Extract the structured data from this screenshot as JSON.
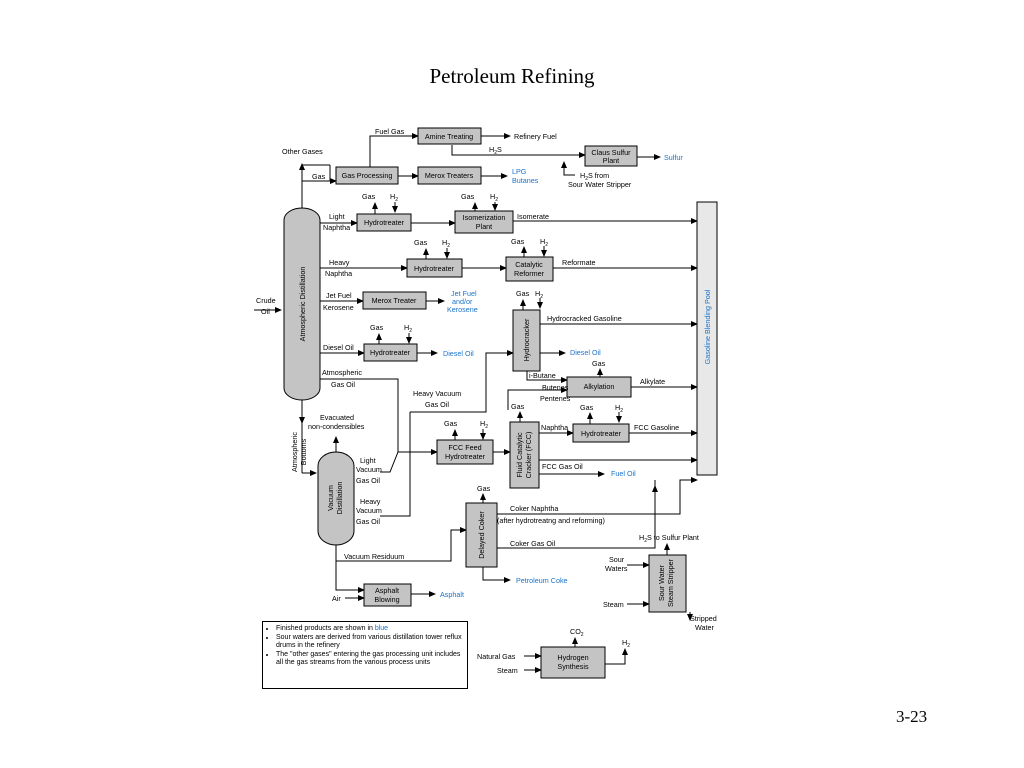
{
  "title": "Petroleum Refining",
  "slide_number": "3-23",
  "colors": {
    "product_blue": "#1a73c9",
    "unit_fill": "#c4c4c4",
    "line": "#000000"
  },
  "units": {
    "amine": "Amine Treating",
    "gas_processing": "Gas Processing",
    "merox_lpg": "Merox Treaters",
    "claus_1": "Claus Sulfur",
    "claus_2": "Plant",
    "hydrotreater": "Hydrotreater",
    "isom_1": "Isomerization",
    "isom_2": "Plant",
    "reformer_1": "Catalytic",
    "reformer_2": "Reformer",
    "merox_kero": "Merox Treater",
    "hydrocracker": "Hydrocracker",
    "alkylation": "Alkylation",
    "fcc_feed_1": "FCC Feed",
    "fcc_feed_2": "Hydrotreater",
    "fcc_1": "Fluid Catalytic",
    "fcc_2": "Cracker (FCC)",
    "atm_dist": "Atmospheric Distillation",
    "vac_1": "Vacuum",
    "vac_2": "Distillation",
    "coker": "Delayed Coker",
    "asphalt_1": "Asphalt",
    "asphalt_2": "Blowing",
    "sour_water_1": "Sour Water",
    "sour_water_2": "Steam Stripper",
    "hydrogen_1": "Hydrogen",
    "hydrogen_2": "Synthesis",
    "gasoline_pool": "Gasoline Blending Pool"
  },
  "streams": {
    "fuel_gas": "Fuel  Gas",
    "refinery_fuel": "Refinery Fuel",
    "other_gases": "Other Gases",
    "gas": "Gas",
    "h2": "H",
    "h2s": "H",
    "sub2": "2",
    "s": "S",
    "h2s_from": " from",
    "sour_water_stripper": "Sour Water Stripper",
    "light": "Light",
    "naphtha": "Naphtha",
    "isomerate": "Isomerate",
    "heavy": "Heavy",
    "reformate": "Reformate",
    "crude": "Crude",
    "oil": "Oil",
    "jet_fuel": "Jet Fuel",
    "kerosene": "Kerosene",
    "hydrocracked_gasoline": "Hydrocracked Gasoline",
    "diesel_oil_stream": "Diesel Oil",
    "atmospheric": "Atmospheric",
    "gas_oil": "Gas Oil",
    "i_butane": "i-Butane",
    "butenes": "Butenes",
    "pentenes": "Pentenes",
    "alkylate": "Alkylate",
    "heavy_vacuum": "Heavy Vacuum",
    "evacuated": "Evacuated",
    "non_condensibles": "non-condensibles",
    "atm_bottoms_1": "Atmospheric",
    "atm_bottoms_2": "Bottoms",
    "fcc_gasoline": "FCC Gasoline",
    "fcc_gas_oil": "FCC Gas Oil",
    "vacuum": "Vacuum",
    "coker_naphtha": "Coker Naphtha",
    "after_hydrotreating": "(after hydrotreatng and reforming)",
    "coker_gas_oil": "Coker Gas Oil",
    "vacuum_residuum": "Vacuum Residuum",
    "h2s_to_sulfur_plant": " to Sulfur Plant",
    "sour": "Sour",
    "waters": "Waters",
    "steam": "Steam",
    "stripped": "Stripped",
    "water": "Water",
    "air": "Air",
    "co2_co": "CO",
    "natural_gas": "Natural Gas"
  },
  "products": {
    "lpg": "LPG",
    "butanes": "Butanes",
    "sulfur": "Sulfur",
    "jet_fuel_1": "Jet Fuel",
    "jet_fuel_2": "and/or",
    "jet_fuel_3": "Kerosene",
    "diesel_oil": "Diesel Oil",
    "fuel_oil": "Fuel Oil",
    "petroleum_coke": "Petroleum Coke",
    "asphalt": "Asphalt"
  },
  "notes": {
    "note1_prefix": "Finished products are shown in ",
    "note1_blue": "blue",
    "note2": "Sour waters are derived from various distillation tower reflux drums in the refinery",
    "note3": "The \"other gases\" entering the gas processing unit includes all the gas streams from the various process units"
  }
}
